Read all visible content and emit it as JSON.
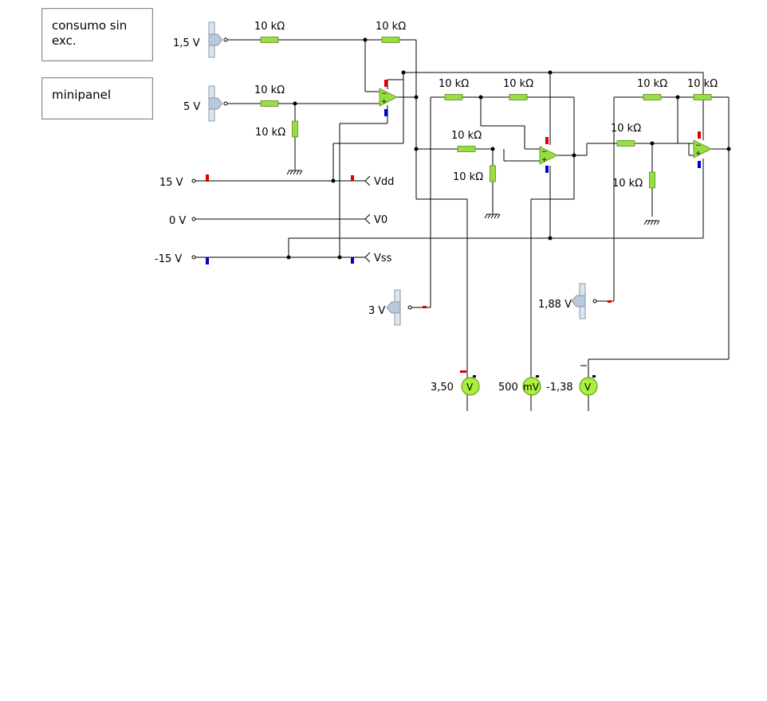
{
  "panels": {
    "consumo": "consumo sin exc.",
    "minipanel": "minipanel"
  },
  "resistors": {
    "r1": "10 kΩ",
    "r2": "10 kΩ",
    "r3": "10 kΩ",
    "r4": "10 kΩ",
    "r5": "10 kΩ",
    "r6": "10 kΩ",
    "r7": "10 kΩ",
    "r8": "10 kΩ",
    "r9": "10 kΩ",
    "r10": "10 kΩ",
    "r11": "10 kΩ",
    "r12": "10 kΩ"
  },
  "sources": {
    "s1": "1,5 V",
    "s2": "5 V",
    "s3": "3 V",
    "s4": "1,88 V"
  },
  "rails": {
    "vdd_value": "15 V",
    "v0_value": "0 V",
    "vss_value": "-15 V",
    "vdd": "Vdd",
    "v0": "V0",
    "vss": "Vss"
  },
  "meters": {
    "m1_value": "3,50",
    "m1_unit": "V",
    "m2_value": "500",
    "m2_unit": "mV",
    "m3_value": "-1,38",
    "m3_unit": "V"
  },
  "colors": {
    "resistor": "#99dd44",
    "opamp": "#99dd44",
    "meter": "#aaf03c",
    "positive": "#dd0000",
    "negative": "#0000cc",
    "slider": "#c8d6e4"
  }
}
